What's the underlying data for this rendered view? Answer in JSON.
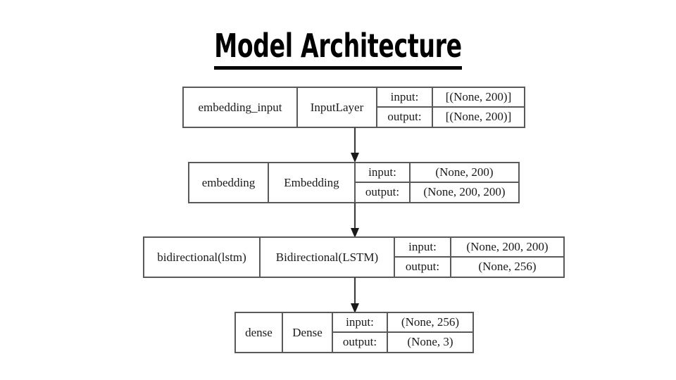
{
  "slide": {
    "title": "Model Architecture",
    "background_color": "#ffffff",
    "title_color": "#000000",
    "node_border_color": "#595959",
    "node_fill_color": "#ffffff",
    "arrow_color": "#404040"
  },
  "diagram": {
    "type": "keras-model-plot",
    "io_labels": {
      "input": "input:",
      "output": "output:"
    },
    "nodes": [
      {
        "id": "embedding_input",
        "name": "embedding_input",
        "layer_type": "InputLayer",
        "input_shape": "[(None, 200)]",
        "output_shape": "[(None, 200)]"
      },
      {
        "id": "embedding",
        "name": "embedding",
        "layer_type": "Embedding",
        "input_shape": "(None, 200)",
        "output_shape": "(None, 200, 200)"
      },
      {
        "id": "bidirectional_lstm",
        "name": "bidirectional(lstm)",
        "layer_type": "Bidirectional(LSTM)",
        "input_shape": "(None, 200, 200)",
        "output_shape": "(None, 256)"
      },
      {
        "id": "dense",
        "name": "dense",
        "layer_type": "Dense",
        "input_shape": "(None, 256)",
        "output_shape": "(None, 3)"
      }
    ],
    "edges": [
      {
        "from": "embedding_input",
        "to": "embedding"
      },
      {
        "from": "embedding",
        "to": "bidirectional_lstm"
      },
      {
        "from": "bidirectional_lstm",
        "to": "dense"
      }
    ]
  }
}
